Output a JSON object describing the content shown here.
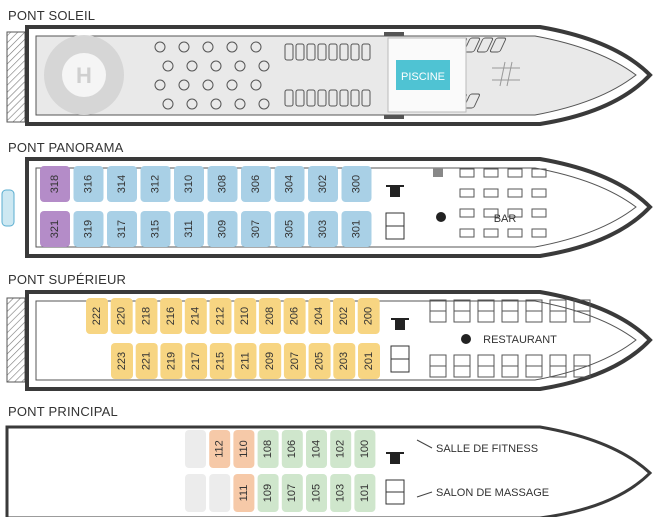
{
  "decks": {
    "soleil": {
      "title": "PONT SOLEIL",
      "helipad": "H",
      "pool": "PISCINE"
    },
    "panorama": {
      "title": "PONT PANORAMA",
      "bar": "BAR",
      "cabins_top": [
        {
          "n": "318",
          "c": "purple"
        },
        {
          "n": "316",
          "c": "blue"
        },
        {
          "n": "314",
          "c": "blue"
        },
        {
          "n": "312",
          "c": "blue"
        },
        {
          "n": "310",
          "c": "blue"
        },
        {
          "n": "308",
          "c": "blue"
        },
        {
          "n": "306",
          "c": "blue"
        },
        {
          "n": "304",
          "c": "blue"
        },
        {
          "n": "302",
          "c": "blue"
        },
        {
          "n": "300",
          "c": "blue"
        }
      ],
      "cabins_bottom": [
        {
          "n": "321",
          "c": "purple"
        },
        {
          "n": "319",
          "c": "blue"
        },
        {
          "n": "317",
          "c": "blue"
        },
        {
          "n": "315",
          "c": "blue"
        },
        {
          "n": "311",
          "c": "blue"
        },
        {
          "n": "309",
          "c": "blue"
        },
        {
          "n": "307",
          "c": "blue"
        },
        {
          "n": "305",
          "c": "blue"
        },
        {
          "n": "303",
          "c": "blue"
        },
        {
          "n": "301",
          "c": "blue"
        }
      ]
    },
    "superieur": {
      "title": "PONT SUPÉRIEUR",
      "restaurant": "RESTAURANT",
      "cabins_top": [
        {
          "n": "222",
          "c": "yellow"
        },
        {
          "n": "220",
          "c": "yellow"
        },
        {
          "n": "218",
          "c": "yellow"
        },
        {
          "n": "216",
          "c": "yellow"
        },
        {
          "n": "214",
          "c": "yellow"
        },
        {
          "n": "212",
          "c": "yellow"
        },
        {
          "n": "210",
          "c": "yellow"
        },
        {
          "n": "208",
          "c": "yellow"
        },
        {
          "n": "206",
          "c": "yellow"
        },
        {
          "n": "204",
          "c": "yellow"
        },
        {
          "n": "202",
          "c": "yellow"
        },
        {
          "n": "200",
          "c": "yellow"
        }
      ],
      "cabins_bottom": [
        {
          "n": "223",
          "c": "yellow"
        },
        {
          "n": "221",
          "c": "yellow"
        },
        {
          "n": "219",
          "c": "yellow"
        },
        {
          "n": "217",
          "c": "yellow"
        },
        {
          "n": "215",
          "c": "yellow"
        },
        {
          "n": "211",
          "c": "yellow"
        },
        {
          "n": "209",
          "c": "yellow"
        },
        {
          "n": "207",
          "c": "yellow"
        },
        {
          "n": "205",
          "c": "yellow"
        },
        {
          "n": "203",
          "c": "yellow"
        },
        {
          "n": "201",
          "c": "yellow"
        }
      ]
    },
    "principal": {
      "title": "PONT PRINCIPAL",
      "fitness": "SALLE DE FITNESS",
      "massage": "SALON DE MASSAGE",
      "cabins_top": [
        {
          "n": "",
          "c": "grey"
        },
        {
          "n": "112",
          "c": "orange"
        },
        {
          "n": "110",
          "c": "orange"
        },
        {
          "n": "108",
          "c": "green"
        },
        {
          "n": "106",
          "c": "green"
        },
        {
          "n": "104",
          "c": "green"
        },
        {
          "n": "102",
          "c": "green"
        },
        {
          "n": "100",
          "c": "green"
        }
      ],
      "cabins_bottom": [
        {
          "n": "",
          "c": "grey"
        },
        {
          "n": "",
          "c": "grey"
        },
        {
          "n": "111",
          "c": "orange"
        },
        {
          "n": "109",
          "c": "green"
        },
        {
          "n": "107",
          "c": "green"
        },
        {
          "n": "105",
          "c": "green"
        },
        {
          "n": "103",
          "c": "green"
        },
        {
          "n": "101",
          "c": "green"
        }
      ]
    }
  },
  "colors": {
    "purple": "#b48cc8",
    "blue": "#a9d0e6",
    "yellow": "#f7d582",
    "orange": "#f6c9a8",
    "green": "#cfe6cc",
    "grey": "#ececec",
    "pool": "#4fc3d3",
    "hull": "#3a3a3a"
  }
}
